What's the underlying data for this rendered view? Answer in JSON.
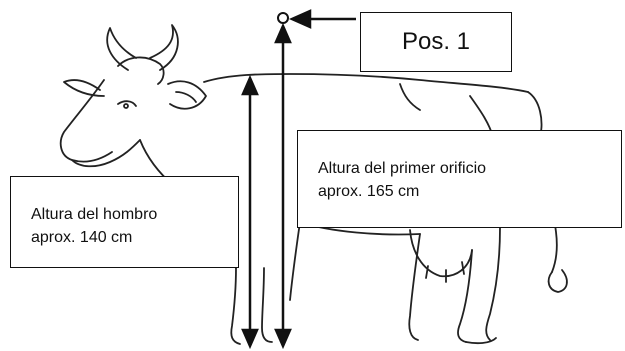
{
  "labels": {
    "position": "Pos. 1",
    "orifice_line1": "Altura del primer orificio",
    "orifice_line2": "aprox. 165 cm",
    "shoulder_line1": "Altura del hombro",
    "shoulder_line2": "aprox. 140 cm"
  },
  "colors": {
    "ink": "#111111",
    "background": "#ffffff"
  }
}
